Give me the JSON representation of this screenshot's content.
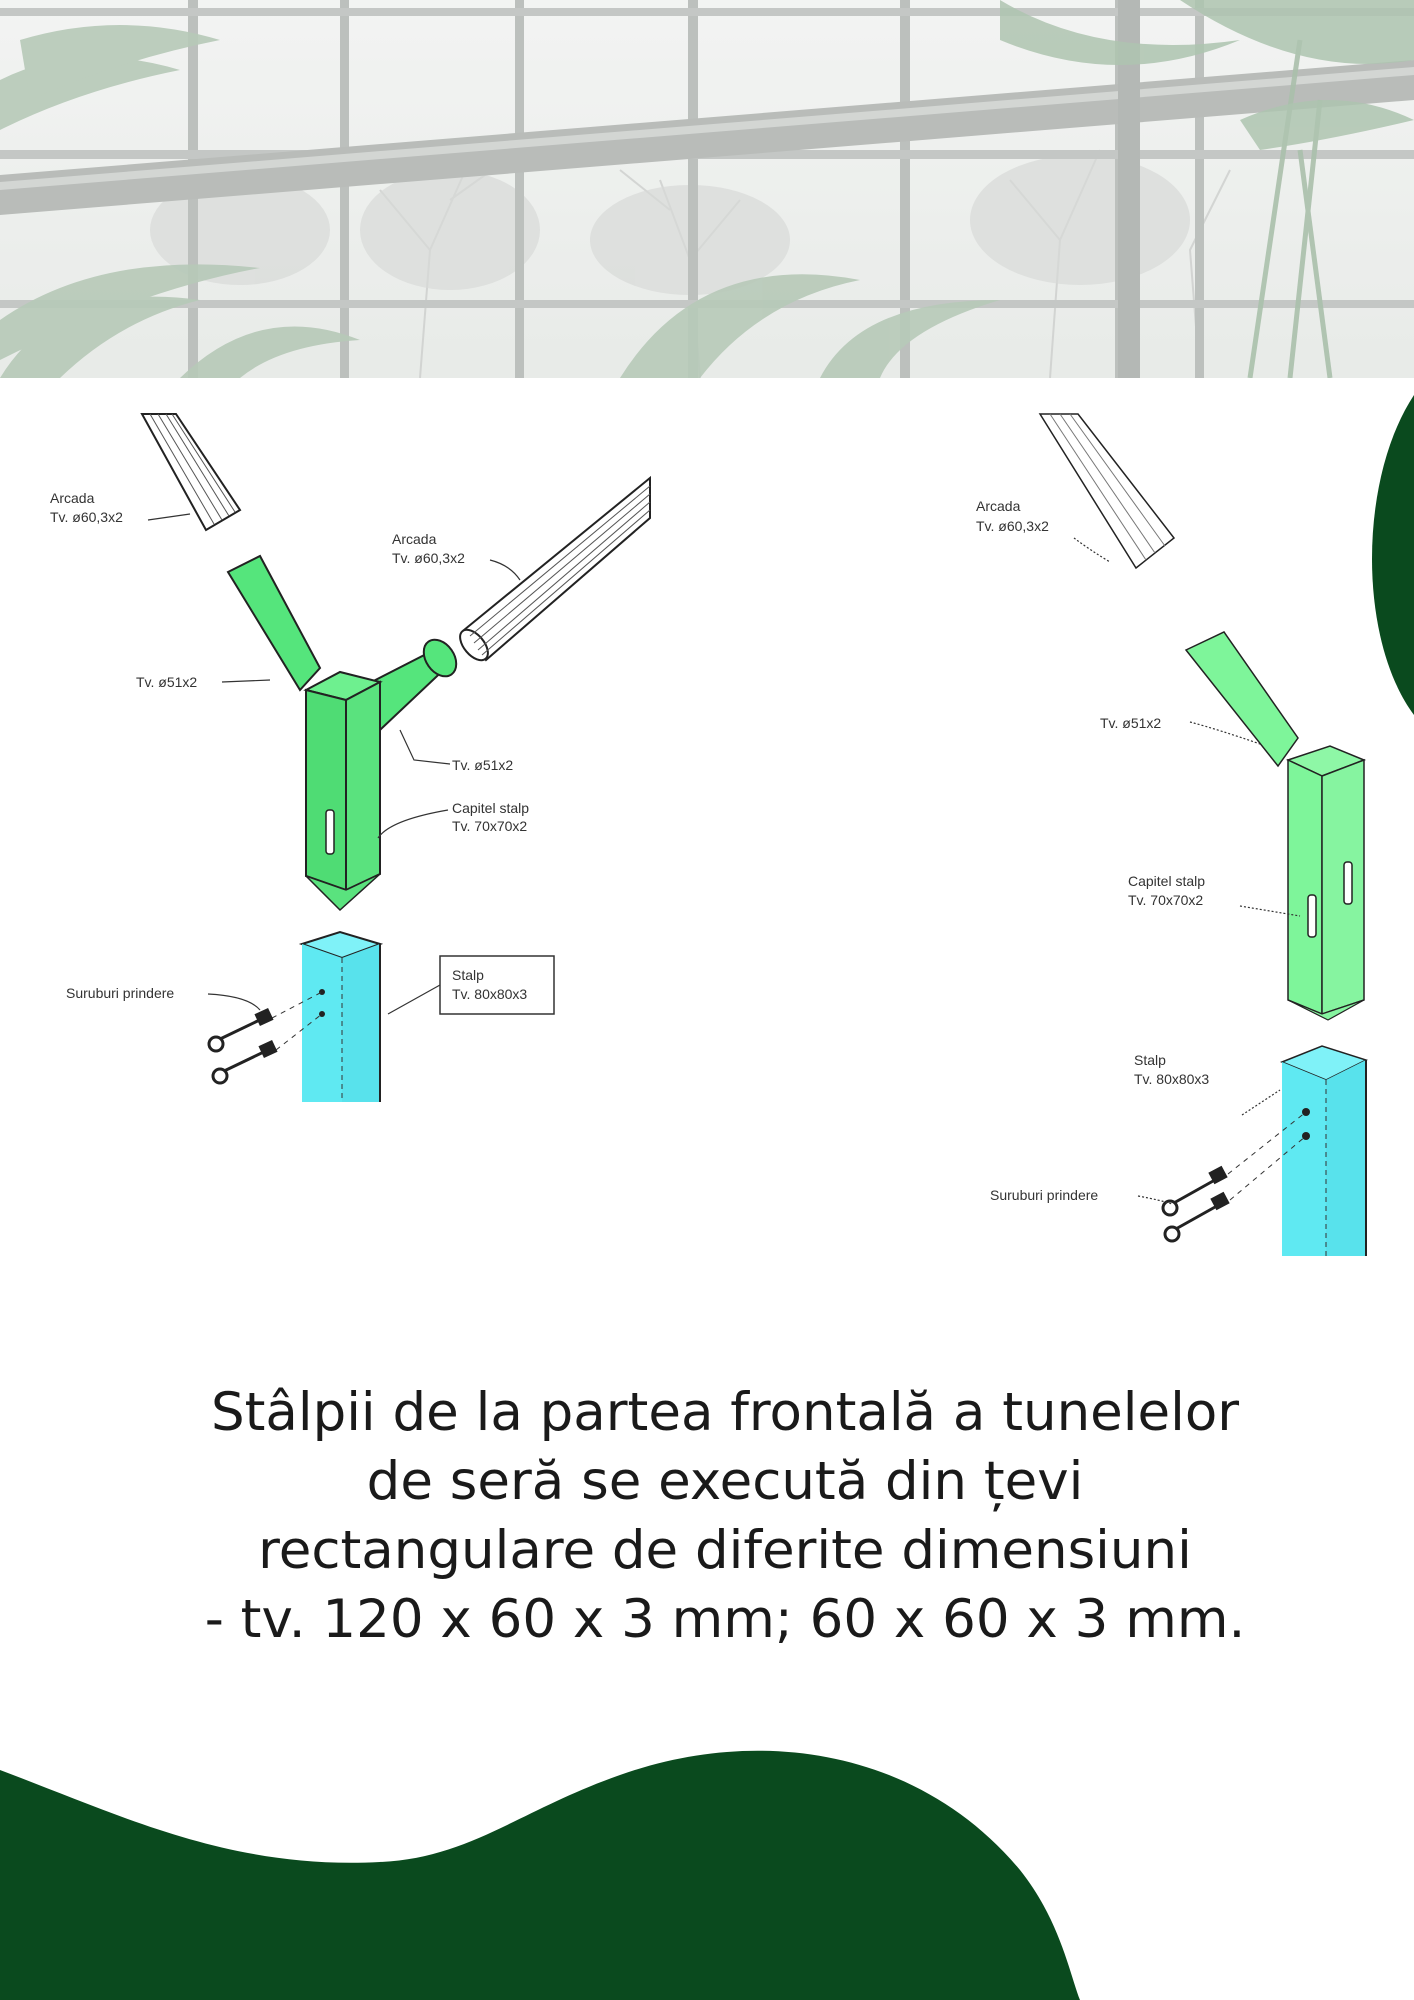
{
  "colors": {
    "dark_green": "#0a4a1e",
    "capital_green": "#55e57c",
    "post_cyan": "#5fe9f2"
  },
  "diagram_left": {
    "arcada_1": {
      "line1": "Arcada",
      "line2": "Tv. ø60,3x2"
    },
    "arcada_2": {
      "line1": "Arcada",
      "line2": "Tv. ø60,3x2"
    },
    "branch_1": "Tv. ø51x2",
    "branch_2": "Tv. ø51x2",
    "capital": {
      "line1": "Capitel stalp",
      "line2": "Tv. 70x70x2"
    },
    "post": {
      "line1": "Stalp",
      "line2": "Tv. 80x80x3"
    },
    "bolts": "Suruburi prindere"
  },
  "diagram_right": {
    "arcada": {
      "line1": "Arcada",
      "line2": "Tv. ø60,3x2"
    },
    "branch": "Tv. ø51x2",
    "capital": {
      "line1": "Capitel stalp",
      "line2": "Tv. 70x70x2"
    },
    "post": {
      "line1": "Stalp",
      "line2": "Tv. 80x80x3"
    },
    "bolts": "Suruburi prindere"
  },
  "caption": {
    "line1": "Stâlpii de la partea frontală a tunelelor",
    "line2": "de seră se execută din țevi",
    "line3": "rectangulare de diferite dimensiuni",
    "line4": "- tv. 120 x 60 x 3 mm; 60 x 60 x 3 mm."
  }
}
